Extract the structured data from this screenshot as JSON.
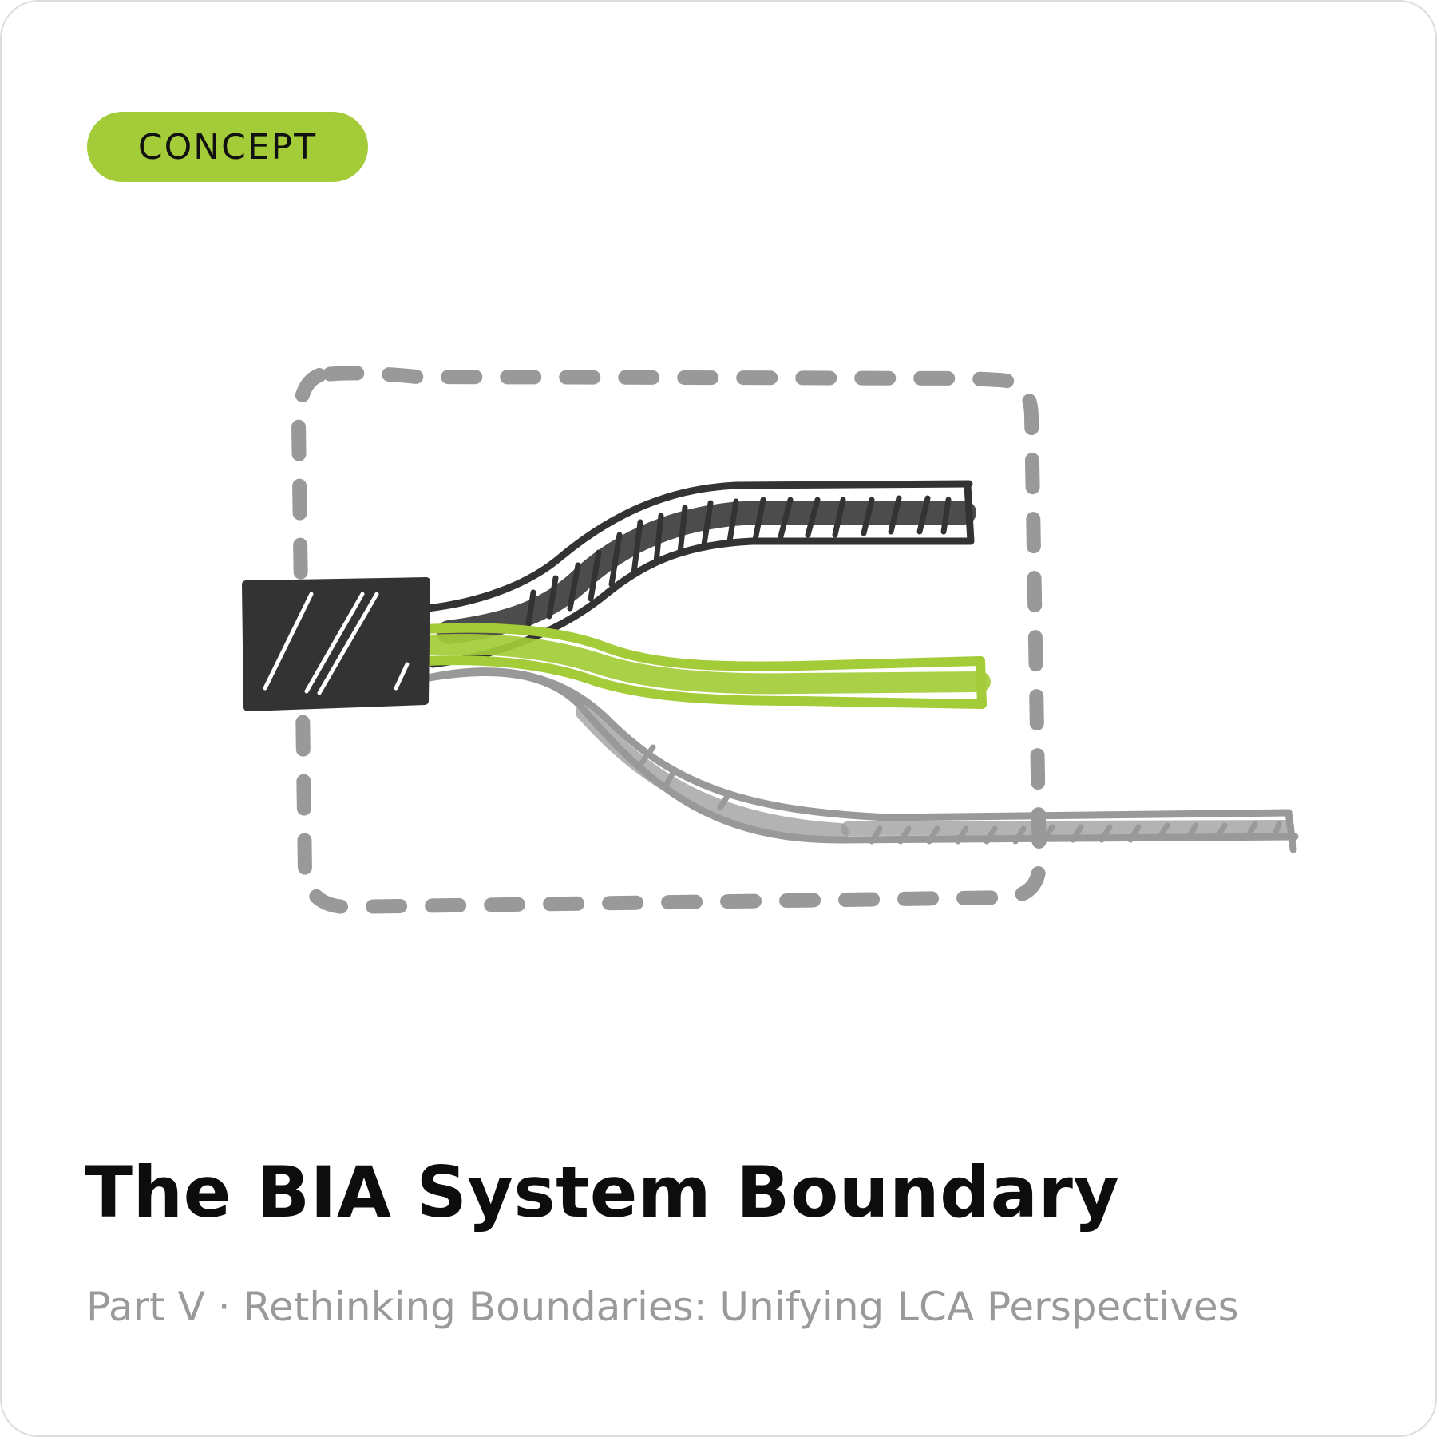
{
  "badge": {
    "label": "CONCEPT"
  },
  "title": "The BIA System Boundary",
  "subtitle": "Part V · Rethinking Boundaries: Unifying LCA Perspectives",
  "colors": {
    "accent": "#a3cc38",
    "dark": "#333333",
    "grey": "#999999",
    "boundary": "#999999"
  }
}
